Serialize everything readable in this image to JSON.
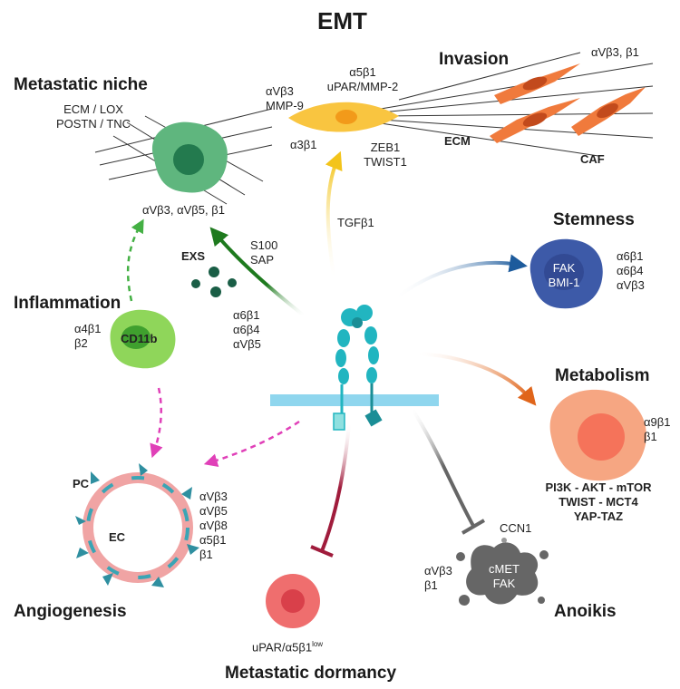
{
  "title": "EMT",
  "invasion": {
    "title": "Invasion",
    "cell_labels_left": [
      "αVβ3",
      "MMP-9"
    ],
    "cell_labels_top": [
      "α5β1",
      "uPAR/MMP-2"
    ],
    "cell_label_bottom_left": "α3β1",
    "cell_labels_bottom": [
      "ZEB1",
      "TWIST1"
    ],
    "ecm": "ECM",
    "caf": "CAF",
    "caf_integrins": "αVβ3, β1",
    "tgf": "TGFβ1"
  },
  "metastatic_niche": {
    "title": "Metastatic niche",
    "labels": [
      "ECM / LOX",
      "POSTN / TNC"
    ],
    "integrins": "αVβ3, αVβ5, β1"
  },
  "exosomes": {
    "label": "EXS",
    "factors": [
      "S100",
      "SAP"
    ],
    "integrins": [
      "α6β1",
      "α6β4",
      "αVβ5"
    ]
  },
  "inflammation": {
    "title": "Inflammation",
    "integrins": [
      "α4β1",
      "β2"
    ],
    "cell_label": "CD11b"
  },
  "stemness": {
    "title": "Stemness",
    "cell_labels": [
      "FAK",
      "BMI-1"
    ],
    "integrins": [
      "α6β1",
      "α6β4",
      "αVβ3"
    ]
  },
  "metabolism": {
    "title": "Metabolism",
    "integrins": [
      "α9β1",
      "β1"
    ],
    "pathways": [
      "PI3K - AKT - mTOR",
      "TWIST - MCT4",
      "YAP-TAZ"
    ]
  },
  "angiogenesis": {
    "title": "Angiogenesis",
    "pc": "PC",
    "ec": "EC",
    "integrins": [
      "αVβ3",
      "αVβ5",
      "αVβ8",
      "α5β1",
      "β1"
    ]
  },
  "dormancy": {
    "title": "Metastatic dormancy",
    "label_main": "uPAR/α5β1",
    "label_sup": "low"
  },
  "anoikis": {
    "title": "Anoikis",
    "ccn1": "CCN1",
    "integrins": [
      "αVβ3",
      "β1"
    ],
    "cell_labels": [
      "cMET",
      "FAK"
    ]
  },
  "colors": {
    "tgf_arrow": "#f3c41b",
    "exs_arrow": "#1e7a1e",
    "niche_arrow": "#44b044",
    "stem_arrow": "#1d5b9c",
    "metab_arrow": "#e0651a",
    "angio_arrow": "#e040b8",
    "dormancy_arrow": "#a01c3c",
    "anoikis_arrow": "#666666",
    "integrin": "#21b5c0",
    "membrane": "#8fd6ee"
  }
}
